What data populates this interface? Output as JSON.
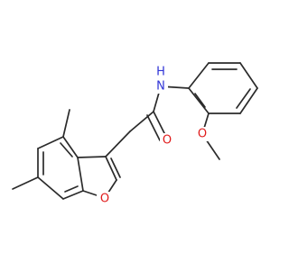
{
  "molecule": {
    "colors": {
      "bond": "#2b2b2b",
      "N": "#2f33d6",
      "O": "#e01b1b",
      "background": "#ffffff"
    },
    "labels": {
      "amide_nitrogen": "N",
      "amide_hydrogen": "H",
      "carbonyl_oxygen": "O",
      "methoxy_oxygen": "O",
      "furan_oxygen": "O"
    }
  }
}
